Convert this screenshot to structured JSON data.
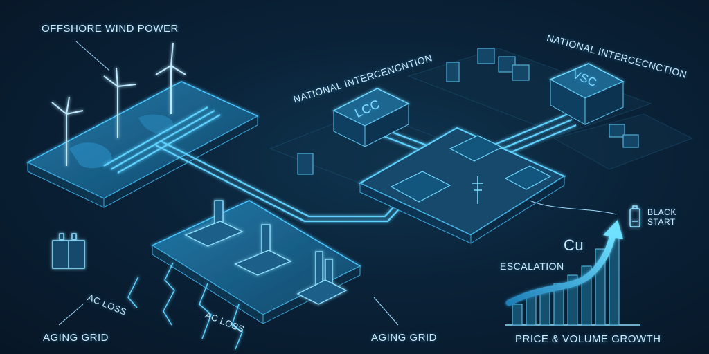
{
  "colors": {
    "background": "#0a2238",
    "glow": "#3fc4ff",
    "stroke": "#5fd2ff",
    "platform_top": "#1a5a80",
    "platform_side": "#0e3550"
  },
  "labels": {
    "offshore_wind": "OFFSHORE WIND POWER",
    "interconnection_left": "NATIONAL INTERCENCNTION",
    "interconnection_right": "NATIONAL INTERCECNCTION",
    "lcc": "LCC",
    "vsc": "VSC",
    "black_start": "BLACK\nSTART",
    "copper": "Cu",
    "escalation": "ESCALATION",
    "price_growth": "PRICE & VOLUME GROWTH",
    "ac_loss_left": "AC LOSS",
    "ac_loss_mid": "AC LOSS",
    "aging_grid_left": "AGING GRID",
    "aging_grid_mid": "AGING GRID"
  },
  "icons": [
    "wind-turbine-icon",
    "factory-icon",
    "converter-station-icon",
    "battery-icon",
    "lightning-icon",
    "growth-arrow-icon"
  ]
}
